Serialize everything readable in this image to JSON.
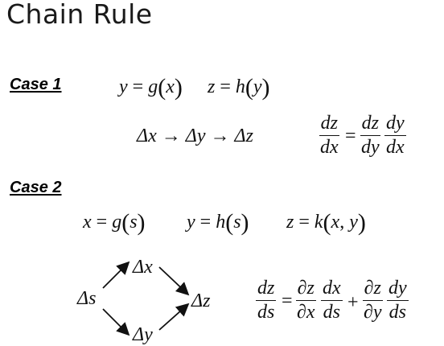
{
  "title": "Chain Rule",
  "case1": {
    "label": "Case 1",
    "y_lhs": "y",
    "y_func": "g",
    "y_arg": "x",
    "z_lhs": "z",
    "z_func": "h",
    "z_arg": "y",
    "chain": [
      "Δx",
      "Δy",
      "Δz"
    ],
    "derivative": {
      "lhs": {
        "num": "dz",
        "den": "dx"
      },
      "rhs": [
        {
          "num": "dz",
          "den": "dy"
        },
        {
          "num": "dy",
          "den": "dx"
        }
      ]
    }
  },
  "case2": {
    "label": "Case 2",
    "x_lhs": "x",
    "x_func": "g",
    "x_arg": "s",
    "y_lhs": "y",
    "y_func": "h",
    "y_arg": "s",
    "z_lhs": "z",
    "z_func": "k",
    "z_arg1": "x",
    "z_arg2": "y",
    "diagram": {
      "start": "Δs",
      "top": "Δx",
      "bottom": "Δy",
      "end": "Δz"
    },
    "derivative": {
      "lhs": {
        "num": "dz",
        "den": "ds"
      },
      "term1": [
        {
          "num": "∂z",
          "den": "∂x"
        },
        {
          "num": "dx",
          "den": "ds"
        }
      ],
      "term2": [
        {
          "num": "∂z",
          "den": "∂y"
        },
        {
          "num": "dy",
          "den": "ds"
        }
      ]
    }
  },
  "symbols": {
    "equals": "=",
    "arrow": "→",
    "plus": "+",
    "comma": ","
  }
}
